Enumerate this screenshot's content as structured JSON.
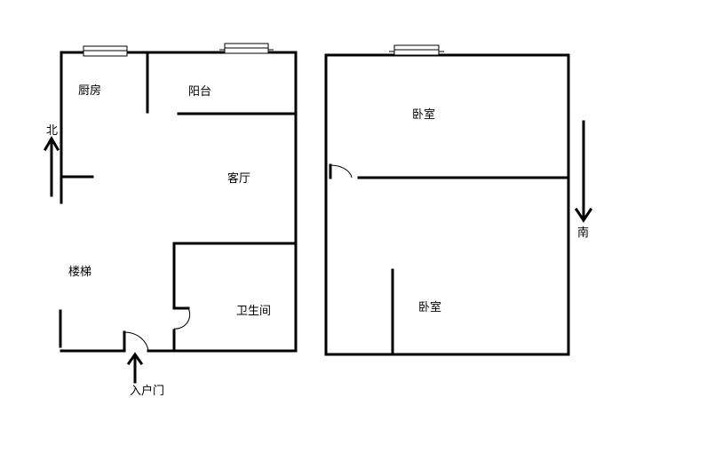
{
  "rooms": {
    "kitchen": "厨房",
    "balcony": "阳台",
    "living_room": "客厅",
    "stairs": "楼梯",
    "bathroom": "卫生间",
    "bedroom_upper": "卧室",
    "bedroom_lower": "卧室"
  },
  "compass": {
    "north": "北",
    "south": "南"
  },
  "entrance": {
    "label": "入户门"
  }
}
